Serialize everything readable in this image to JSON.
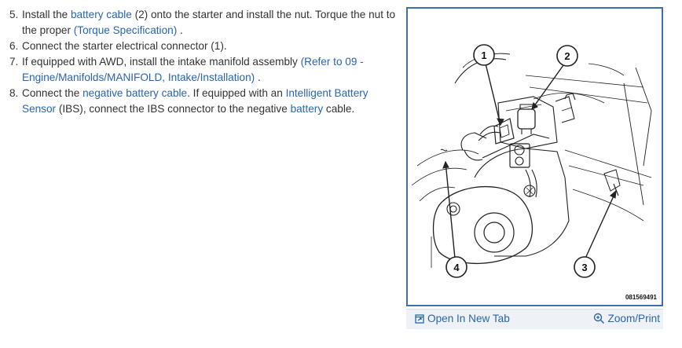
{
  "steps": [
    {
      "number": "5.",
      "segments": [
        {
          "text": "Install the ",
          "link": false
        },
        {
          "text": "battery cable",
          "link": true
        },
        {
          "text": " (2) onto the starter and install the nut. Torque the nut to the proper ",
          "link": false
        },
        {
          "text": "(Torque Specification)",
          "link": true
        },
        {
          "text": " .",
          "link": false
        }
      ]
    },
    {
      "number": "6.",
      "segments": [
        {
          "text": "Connect the starter electrical connector (1).",
          "link": false
        }
      ]
    },
    {
      "number": "7.",
      "segments": [
        {
          "text": "If equipped with AWD, install the intake manifold assembly ",
          "link": false
        },
        {
          "text": "(Refer to 09 - Engine/Manifolds/MANIFOLD, Intake/Installation)",
          "link": true
        },
        {
          "text": " .",
          "link": false
        }
      ]
    },
    {
      "number": "8.",
      "segments": [
        {
          "text": "Connect the ",
          "link": false
        },
        {
          "text": "negative battery cable",
          "link": true
        },
        {
          "text": ".  If equipped with an ",
          "link": false
        },
        {
          "text": "Intelligent Battery Sensor",
          "link": true
        },
        {
          "text": " (IBS), connect the IBS connector to the negative ",
          "link": false
        },
        {
          "text": "battery",
          "link": true
        },
        {
          "text": " cable.",
          "link": false
        }
      ]
    }
  ],
  "figure": {
    "image_id": "081569491",
    "callouts": [
      "1",
      "2",
      "3",
      "4"
    ]
  },
  "toolbar": {
    "open_tab_label": "Open In New Tab",
    "zoom_print_label": "Zoom/Print",
    "open_tab_icon": "open-new-tab-icon",
    "zoom_icon": "magnifier-plus-icon"
  },
  "colors": {
    "link": "#2a65b0",
    "figure_border": "#3d6fb0",
    "toolbar_bg": "#eef1f5"
  }
}
